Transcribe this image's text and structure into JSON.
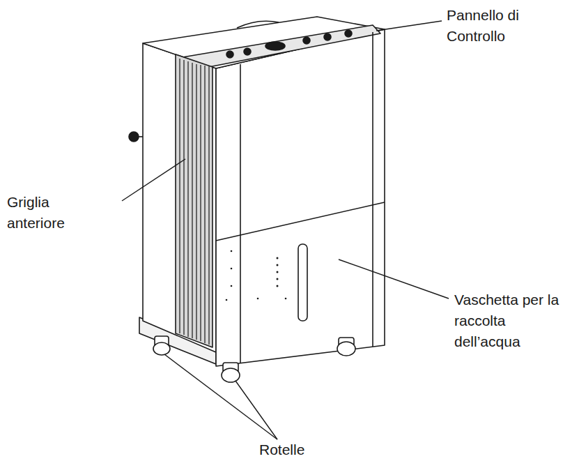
{
  "diagram": {
    "labels": [
      "Pannello di Controllo",
      "Griglia anteriore",
      "Vaschetta per la raccolta dell’acqua",
      "Rotelle"
    ]
  }
}
